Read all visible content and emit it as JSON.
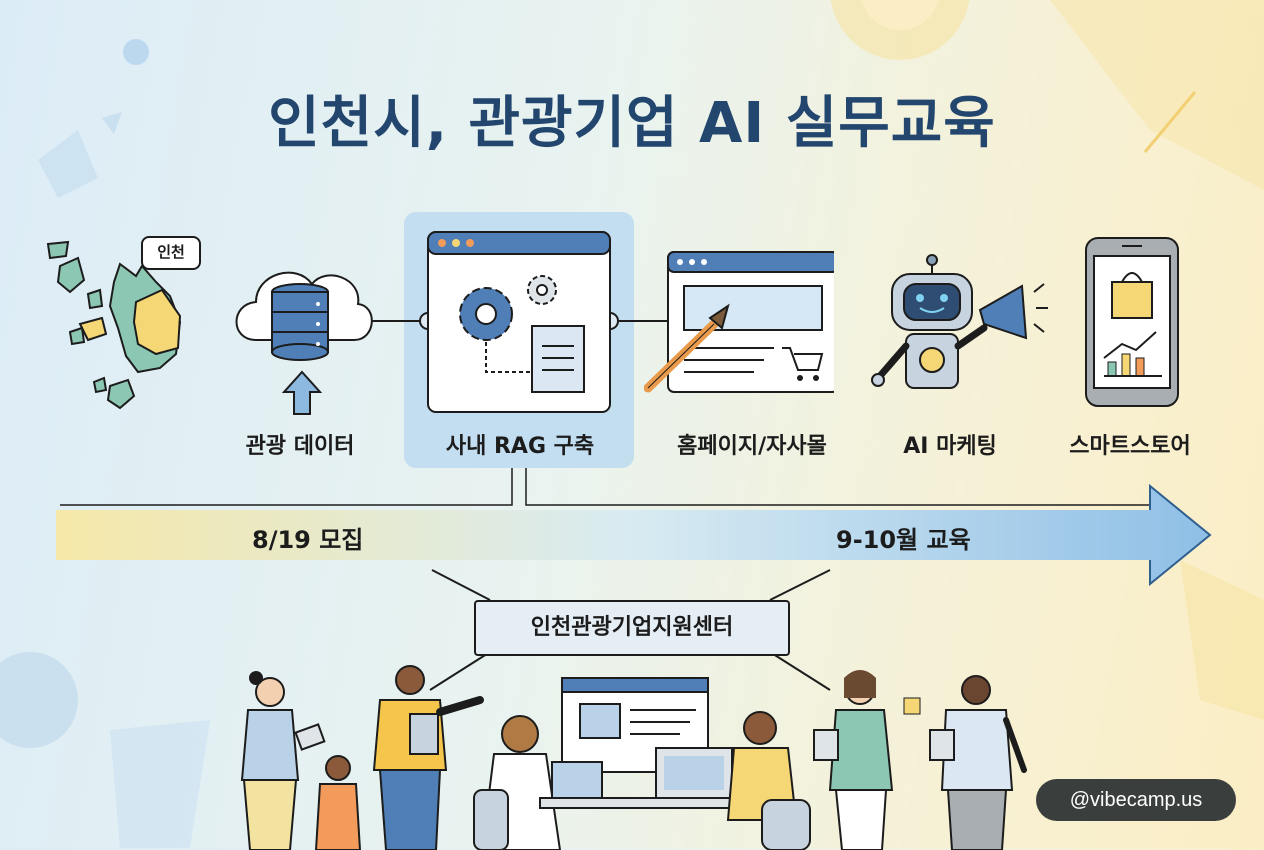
{
  "title": "인천시, 관광기업 AI 실무교육",
  "map_badge": "인천",
  "steps": [
    {
      "label": "관광 데이터",
      "icon": "cloud-database-icon"
    },
    {
      "label": "사내 RAG 구축",
      "icon": "gear-document-window-icon"
    },
    {
      "label": "홈페이지/자사몰",
      "icon": "web-design-cart-icon"
    },
    {
      "label": "AI 마케팅",
      "icon": "robot-megaphone-icon"
    },
    {
      "label": "스마트스토어",
      "icon": "smartphone-shop-icon"
    }
  ],
  "timeline": {
    "start_label": "8/19 모집",
    "end_label": "9-10월 교육"
  },
  "center_label": "인천관광기업지원센터",
  "watermark": "@vibecamp.us",
  "colors": {
    "title": "#23466f",
    "accent_blue": "#4f7fb6",
    "accent_yellow": "#f6d776",
    "accent_teal": "#8cc7b3"
  }
}
